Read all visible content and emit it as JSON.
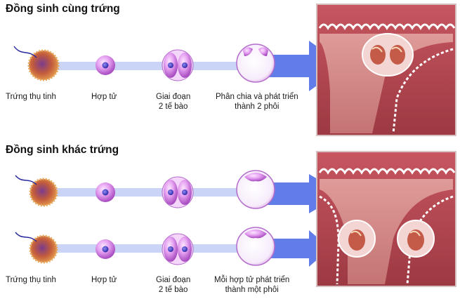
{
  "titles": {
    "identical": "Đồng sinh cùng trứng",
    "fraternal": "Đồng sinh khác trứng"
  },
  "labels": {
    "fertilized_egg": "Trứng thụ tinh",
    "zygote": "Hợp tử",
    "two_cell_line1": "Giai đoạn",
    "two_cell_line2": "2 tế bào",
    "split_line1": "Phân chia và phát triển",
    "split_line2": "thành 2 phôi",
    "each_line1": "Mỗi hợp tử phát triển",
    "each_line2": "thành một phôi"
  },
  "colors": {
    "arrow": "#4f6fe6",
    "cell": "#d46fe4",
    "egg": "#d98a3a",
    "uterus": "#b8454f"
  }
}
